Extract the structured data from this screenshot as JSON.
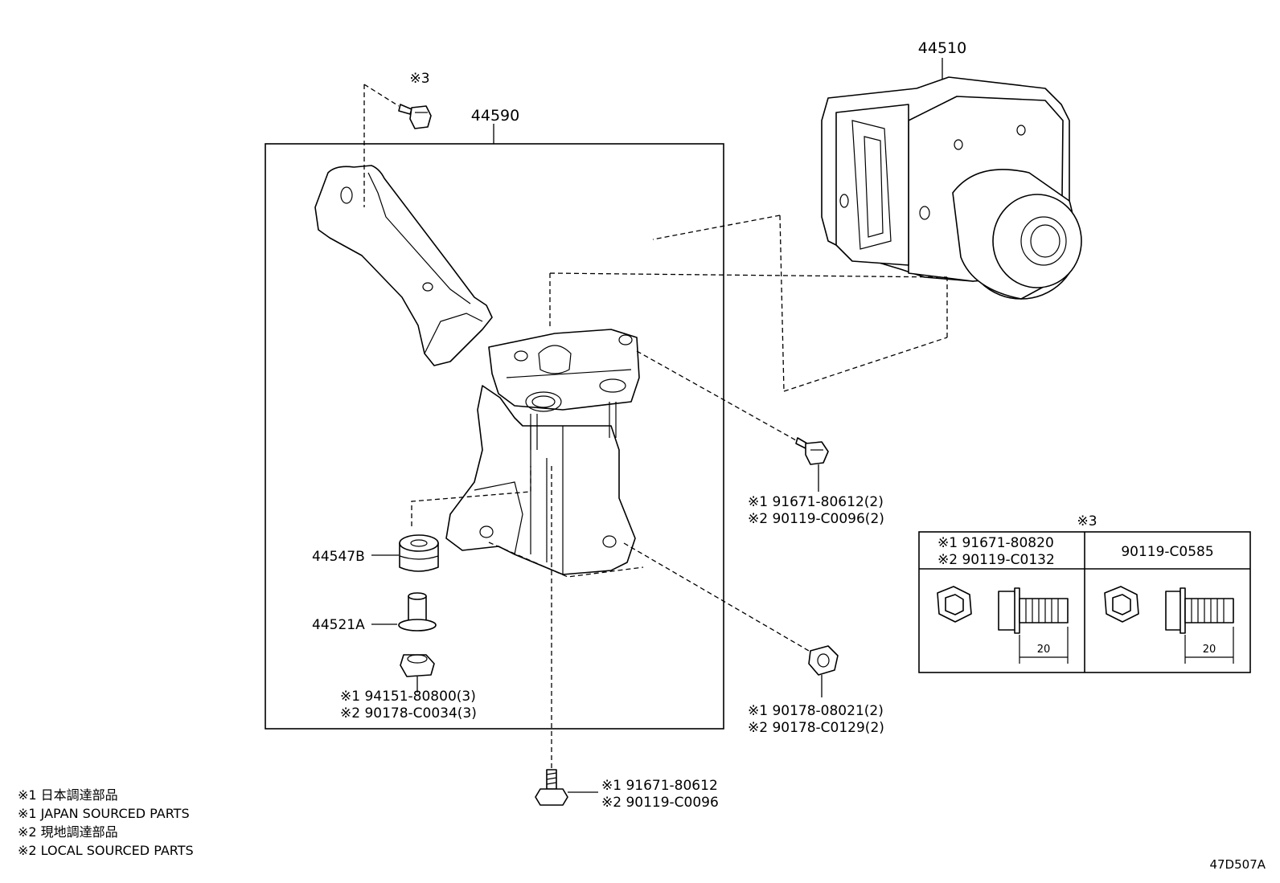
{
  "parts": {
    "actuator": "44510",
    "bracket": "44590",
    "cushion": "44547B",
    "collar": "44521A"
  },
  "callouts": {
    "top_bolt_ref": "※3",
    "bolt_right": {
      "l1": "※1 91671-80612(2)",
      "l2": "※2 90119-C0096(2)"
    },
    "nut_left": {
      "l1": "※1 94151-80800(3)",
      "l2": "※2 90178-C0034(3)"
    },
    "nut_right": {
      "l1": "※1 90178-08021(2)",
      "l2": "※2 90178-C0129(2)"
    },
    "bolt_bottom": {
      "l1": "※1 91671-80612",
      "l2": "※2 90119-C0096"
    }
  },
  "spec_table": {
    "title": "※3",
    "col1": {
      "l1": "※1 91671-80820",
      "l2": "※2 90119-C0132",
      "dimension": "20"
    },
    "col2": {
      "l1": "90119-C0585",
      "dimension": "20"
    }
  },
  "legend": [
    "※1 日本調達部品",
    "※1 JAPAN SOURCED PARTS",
    "※2 現地調達部品",
    "※2 LOCAL SOURCED PARTS"
  ],
  "diagram_ref": "47D507A"
}
